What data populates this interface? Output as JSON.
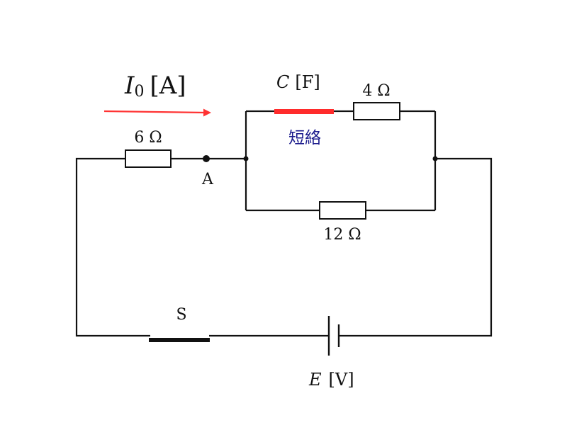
{
  "current": {
    "symbol": "I",
    "subscript": "0",
    "unit": "[A]",
    "arrow_color": "#ff3333"
  },
  "capacitor": {
    "symbol": "C",
    "unit": "[F]",
    "color": "#ff2b2b",
    "note": "短絡",
    "note_color": "#1a1a8c"
  },
  "resistors": {
    "r_series": "6 Ω",
    "r_upper": "4 Ω",
    "r_lower": "12 Ω"
  },
  "node_a": "A",
  "switch": {
    "label": "S"
  },
  "battery": {
    "symbol": "E",
    "unit": "[V]"
  }
}
